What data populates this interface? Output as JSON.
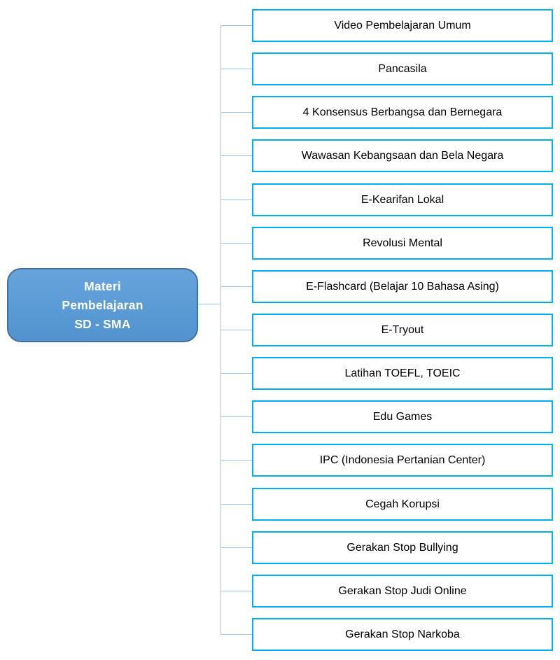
{
  "diagram": {
    "root": {
      "label": "Materi\nPembelajaran\nSD - SMA"
    },
    "items": [
      "Video Pembelajaran Umum",
      "Pancasila",
      "4 Konsensus Berbangsa dan Bernegara",
      "Wawasan Kebangsaan dan Bela Negara",
      "E-Kearifan Lokal",
      "Revolusi Mental",
      "E-Flashcard (Belajar 10 Bahasa Asing)",
      "E-Tryout",
      "Latihan TOEFL, TOEIC",
      "Edu Games",
      "IPC (Indonesia Pertanian Center)",
      "Cegah Korupsi",
      "Gerakan Stop Bullying",
      "Gerakan Stop Judi Online",
      "Gerakan Stop Narkoba"
    ],
    "colors": {
      "root_fill": "#5B9BD5",
      "root_border": "#41719C",
      "root_text": "#FFFFFF",
      "leaf_border": "#00B0F0",
      "leaf_fill": "#FFFFFF",
      "leaf_text": "#000000",
      "connector": "#9DC3E6"
    }
  }
}
